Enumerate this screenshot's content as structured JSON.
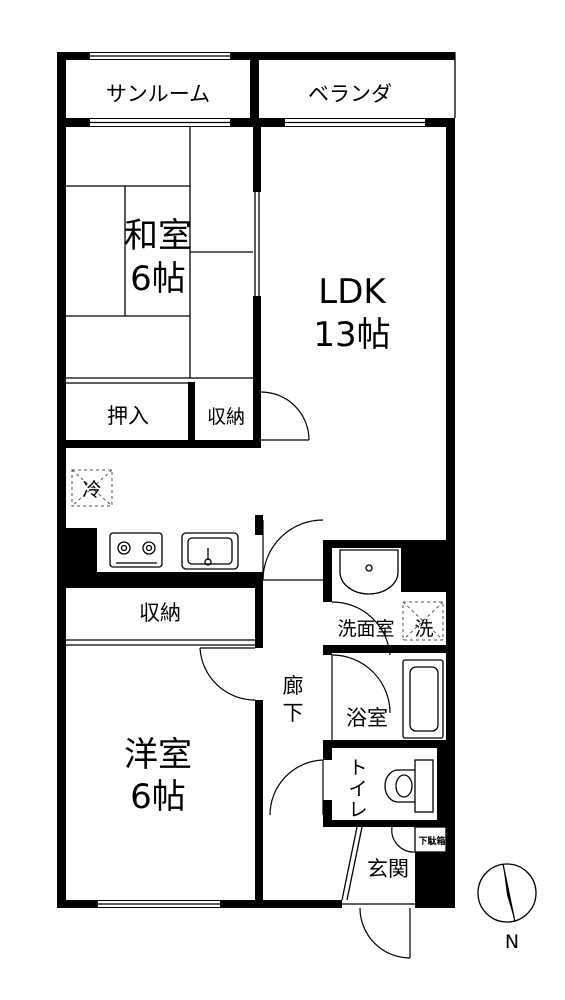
{
  "rooms": {
    "sunroom": "サンルーム",
    "veranda": "ベランダ",
    "washitsu_name": "和室",
    "washitsu_size": "6帖",
    "ldk_name": "LDK",
    "ldk_size": "13帖",
    "oshiire": "押入",
    "shuno_upper": "収納",
    "fridge": "冷",
    "shuno_lower": "収納",
    "yoshitsu_name": "洋室",
    "yoshitsu_size": "6帖",
    "senmen": "洗面室",
    "washer": "洗",
    "roka_1": "廊",
    "roka_2": "下",
    "yokushitsu": "浴室",
    "toilet_1": "ト",
    "toilet_2": "イ",
    "toilet_3": "レ",
    "shoebox": "下駄箱",
    "genkan": "玄関"
  },
  "compass": {
    "label": "N"
  }
}
